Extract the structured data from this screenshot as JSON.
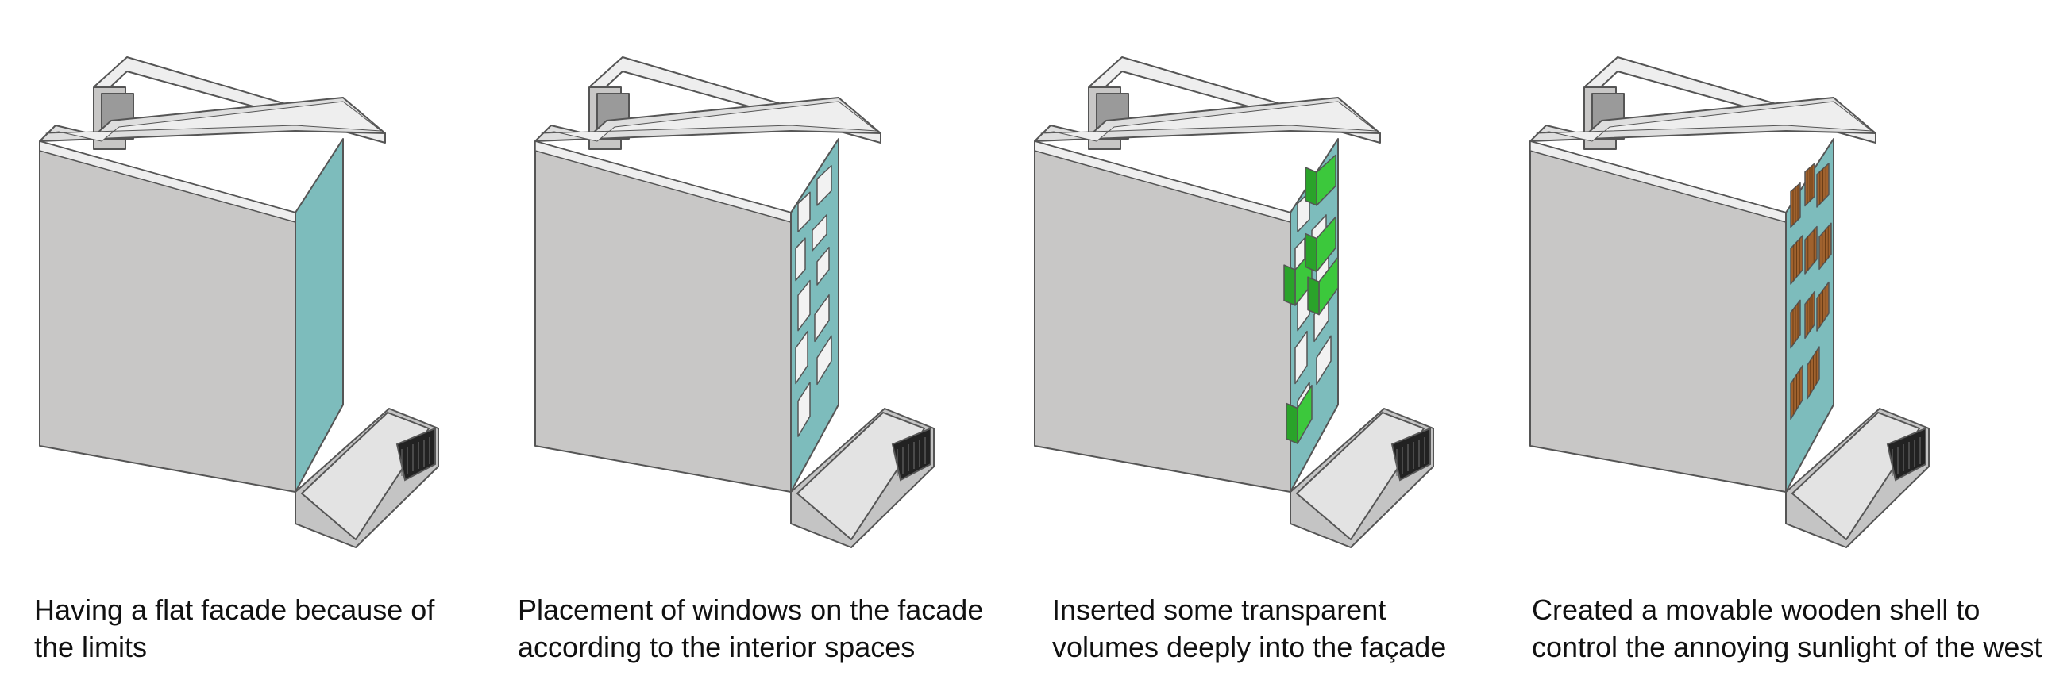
{
  "colors": {
    "wall": "#c8c7c6",
    "roof": "#dedede",
    "roof_edge": "#eeeeee",
    "outline": "#555555",
    "facade": "#7dbcbc",
    "window": "#f2f2f2",
    "glass_box": "#3cc83c",
    "wood": "#a0622e",
    "base": "#c4c4c4",
    "ground_plane": "#e3e3e3",
    "vent": "#222222"
  },
  "panels": [
    {
      "id": "flat",
      "facade": "flat",
      "caption": [
        "Having a flat facade because of",
        "the limits"
      ]
    },
    {
      "id": "windows",
      "facade": "windows",
      "caption": [
        "Placement of windows on the facade",
        "according to the interior spaces"
      ]
    },
    {
      "id": "volumes",
      "facade": "volumes",
      "caption": [
        "Inserted some transparent",
        "volumes deeply into the façade"
      ]
    },
    {
      "id": "shell",
      "facade": "shell",
      "caption": [
        "Created a movable wooden shell to",
        "control the annoying sunlight of the west"
      ]
    }
  ]
}
